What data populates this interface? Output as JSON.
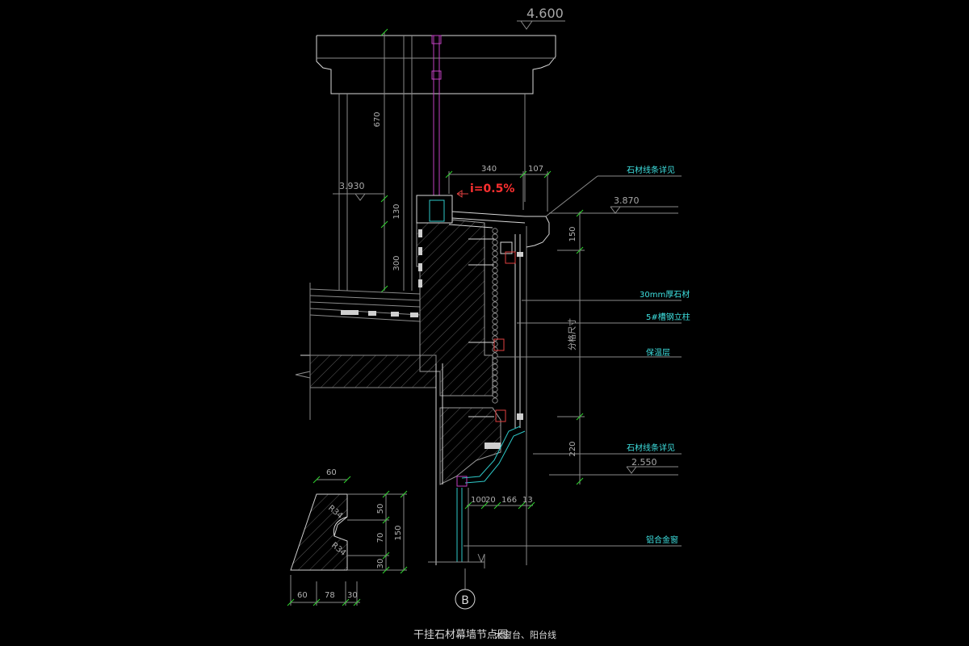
{
  "title": "干挂石材幕墙节点图",
  "subtitle": "大窗台、阳台线",
  "elevations": {
    "top": "4.600",
    "left": "3.930",
    "right_upper": "3.870",
    "right_lower": "2.550"
  },
  "slope_label": "i=0.5%",
  "dimensions": {
    "d670": "670",
    "d130": "130",
    "d300": "300",
    "d340": "340",
    "d107": "107",
    "d150_right": "150",
    "d220": "220",
    "grid_size": "分格尺寸",
    "bottom_100": "100",
    "bottom_20": "20",
    "bottom_166": "166",
    "bottom_13": "13"
  },
  "callouts": [
    "石材线条详见",
    "30mm厚石材",
    "5#槽钢立柱",
    "保温层",
    "石材线条详见",
    "铝合金窗"
  ],
  "profile_detail": {
    "top_60": "60",
    "d50": "50",
    "d70": "70",
    "d150": "150",
    "d30": "30",
    "r_upper": "R34",
    "r_lower": "R34",
    "bottom_60": "60",
    "bottom_78": "78",
    "bottom_30": "30"
  },
  "axis_label": "B",
  "colors": {
    "background": "#000000",
    "lines": "#8a8a8a",
    "callout": "#3ee0e0",
    "slope": "#ff3030",
    "dimension_ticks": "#2fd52f"
  }
}
